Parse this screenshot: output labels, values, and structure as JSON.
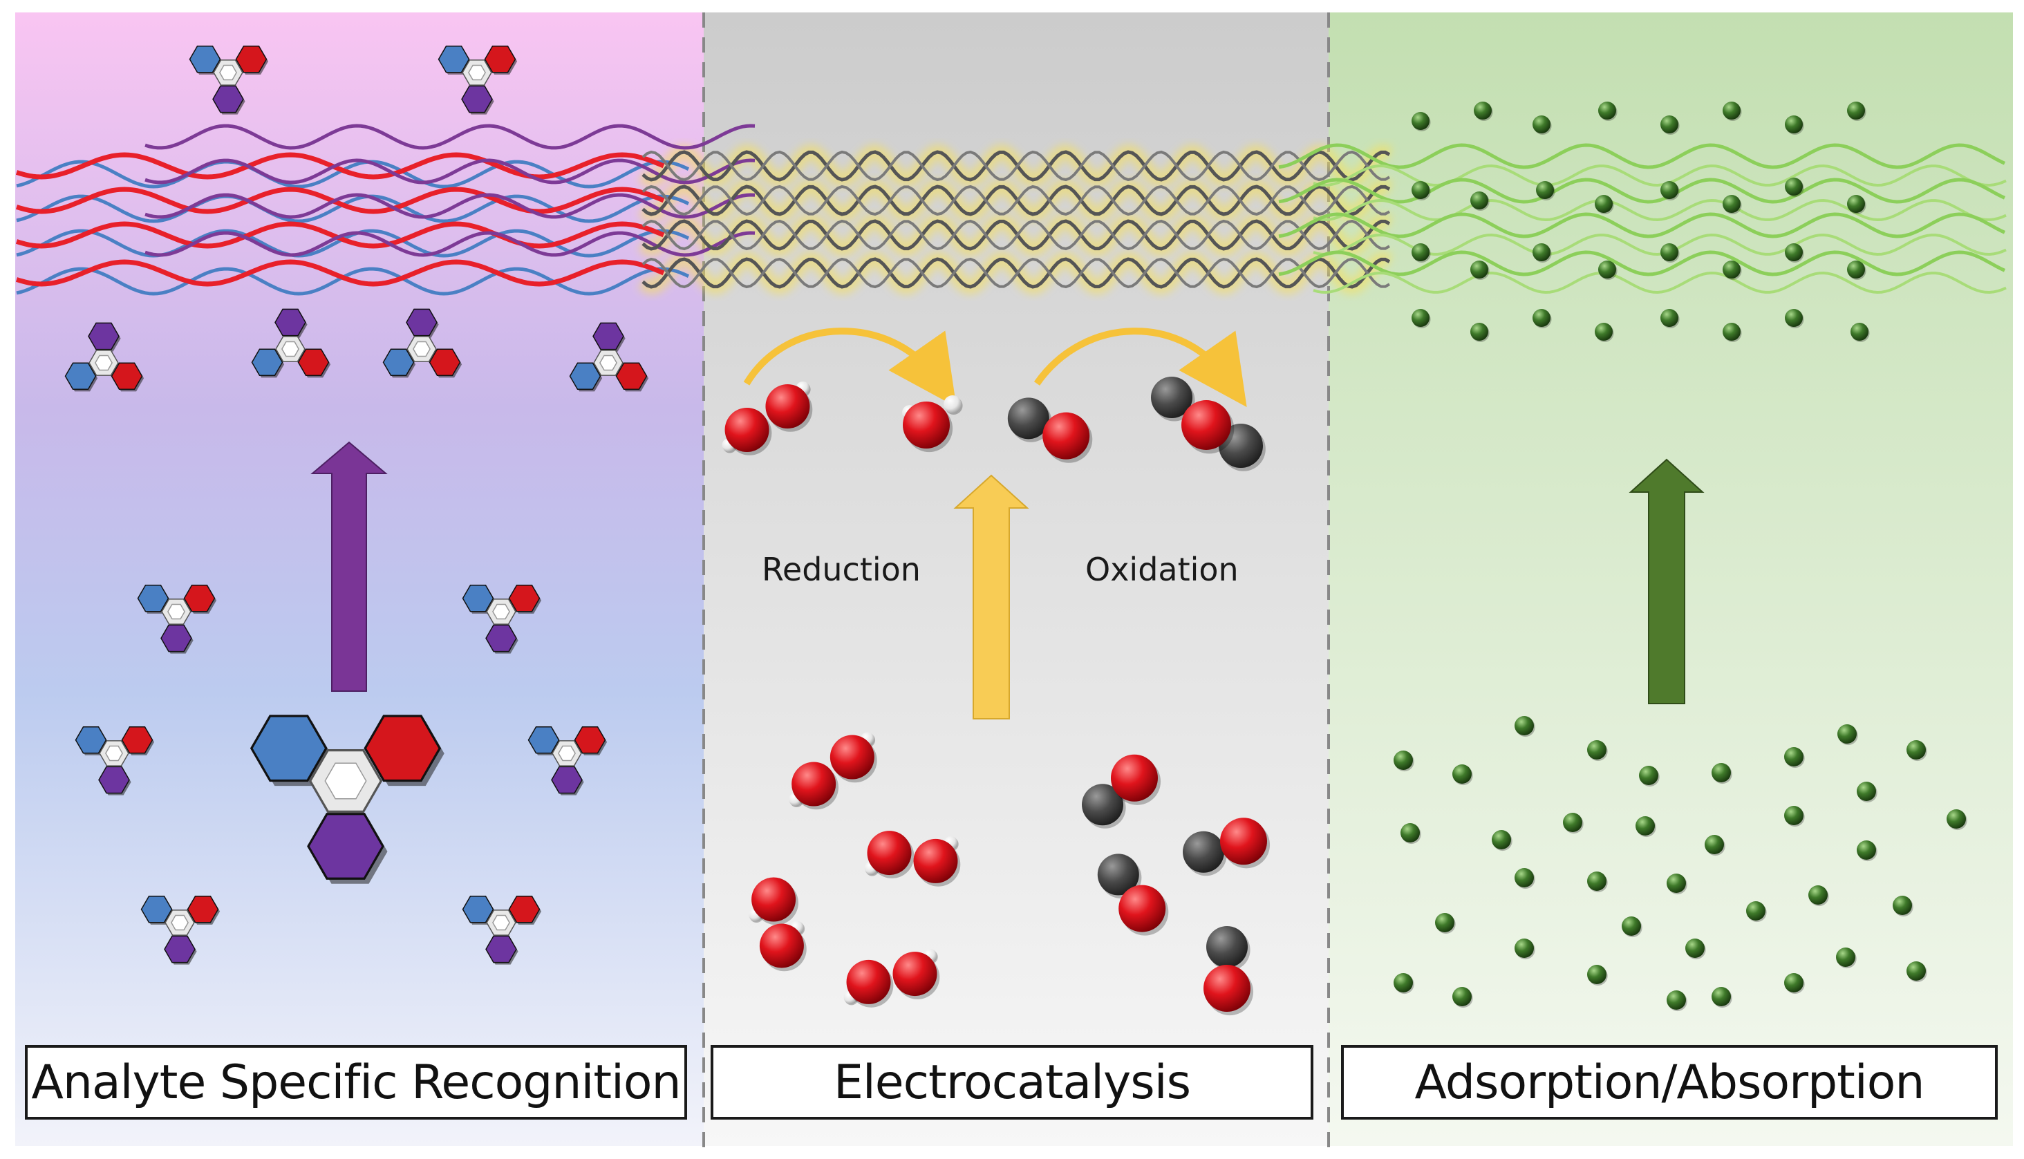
{
  "panels": {
    "recognition": {
      "title": "Analyte Specific Recognition"
    },
    "electrocatalysis": {
      "title": "Electrocatalysis",
      "reduction_label": "Reduction",
      "oxidation_label": "Oxidation"
    },
    "adsorption": {
      "title": "Adsorption/Absorption"
    }
  },
  "colors": {
    "recog_top": "#f9c5f2",
    "recog_mid": "#c8b9ea",
    "recog_low": "#bccbef",
    "recog_bottom": "#f2f3fa",
    "electro_top": "#cccccc",
    "electro_bottom": "#f7f7f7",
    "adsorb_top": "#c3dfb1",
    "adsorb_bottom": "#f4f8f0",
    "red_chain": "#e8202a",
    "purple_chain": "#7d3a96",
    "blue_chain": "#4a80c4",
    "gray_chain": "#555555",
    "yellow_glow": "#f6e05a",
    "green_chain": "#8ccf5a",
    "hex_blue": "#4a80c4",
    "hex_red": "#d5161c",
    "hex_purple": "#6d35a0",
    "hex_white": "#e8e8e8",
    "purple_arrow": "#7a3596",
    "yellow_arrow": "#f8cc55",
    "green_arrow": "#4f7a2c",
    "oxygen_atom": "red-sphere",
    "hydrogen_atom": "white-sphere",
    "carbon_atom": "dark-gray-sphere",
    "analyte_particle": "green-sphere"
  }
}
